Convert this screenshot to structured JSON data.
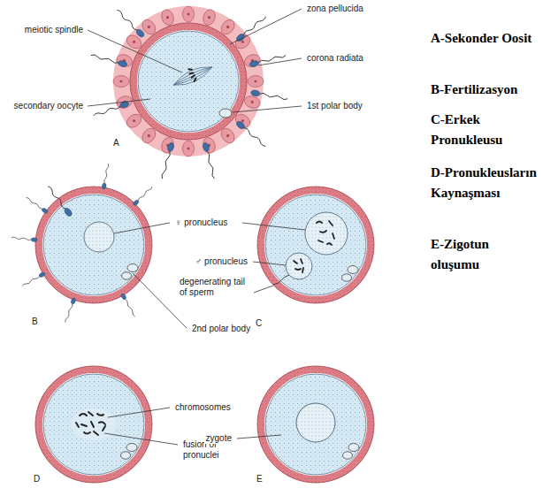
{
  "diagram": {
    "labels": [
      "zona pellucida",
      "meiotic spindle",
      "corona radiata",
      "secondary oocyte",
      "1st polar body",
      "A",
      "A-Sekonder Oosit",
      "B-Fertilizasyon",
      "C-Erkek Pronukleusu",
      "D-Pronukleusların Kaynaşması",
      "E-Zigotun oluşumu",
      "♀ pronucleus",
      "♂ pronucleus",
      "degenerating tail of sperm",
      "2nd polar body",
      "B",
      "C",
      "chromosomes",
      "fusion of pronuclei",
      "D",
      "zygote",
      "E"
    ]
  }
}
